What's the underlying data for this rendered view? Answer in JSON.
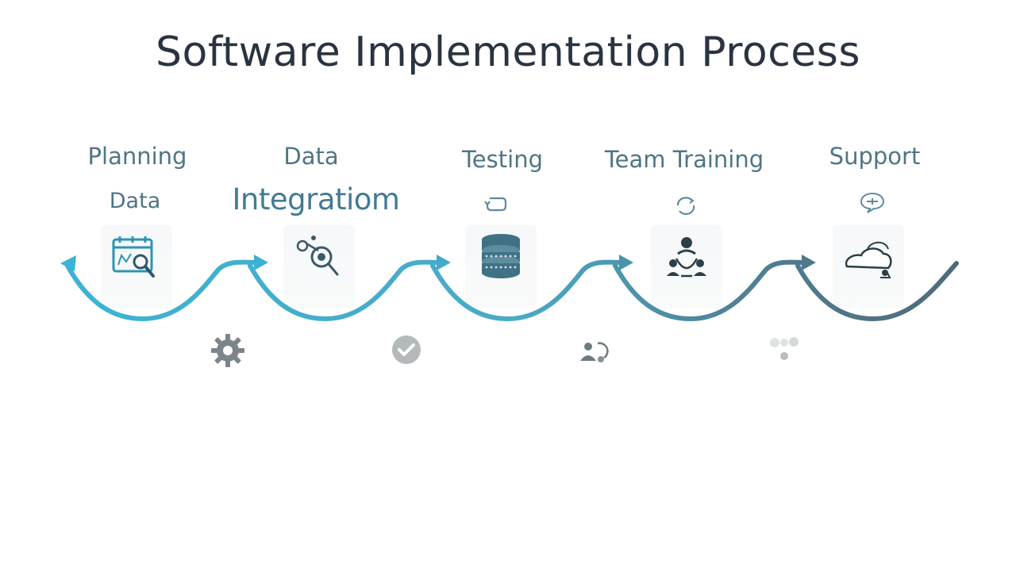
{
  "title": "Software Implementation Process",
  "steps": [
    {
      "label": "Planning",
      "sublabel": "Data",
      "icon": "blueprint-search-icon",
      "bottom_icon": "gear-icon"
    },
    {
      "label": "Data",
      "sublabel": "Integratiom",
      "icon": "network-magnifier-icon",
      "bottom_icon": "checkmark-circle-icon"
    },
    {
      "label": "Testing",
      "small_icon": "refresh-loop-icon",
      "icon": "database-stack-icon",
      "bottom_icon": "people-cycle-icon"
    },
    {
      "label": "Team Training",
      "small_icon": "refresh-arrows-icon",
      "icon": "team-cycle-icon",
      "bottom_icon": "connection-nodes-icon"
    },
    {
      "label": "Support",
      "small_icon": "chat-bubble-icon",
      "icon": "cloud-support-icon"
    }
  ],
  "colors": {
    "title": "#2a3440",
    "label": "#4f7584",
    "wave_start": "#3bb3d6",
    "wave_end": "#4f6a7a",
    "icon_dark": "#3a5a68",
    "icon_teal": "#2f93b4",
    "bottom_gray": "#8a9296"
  }
}
